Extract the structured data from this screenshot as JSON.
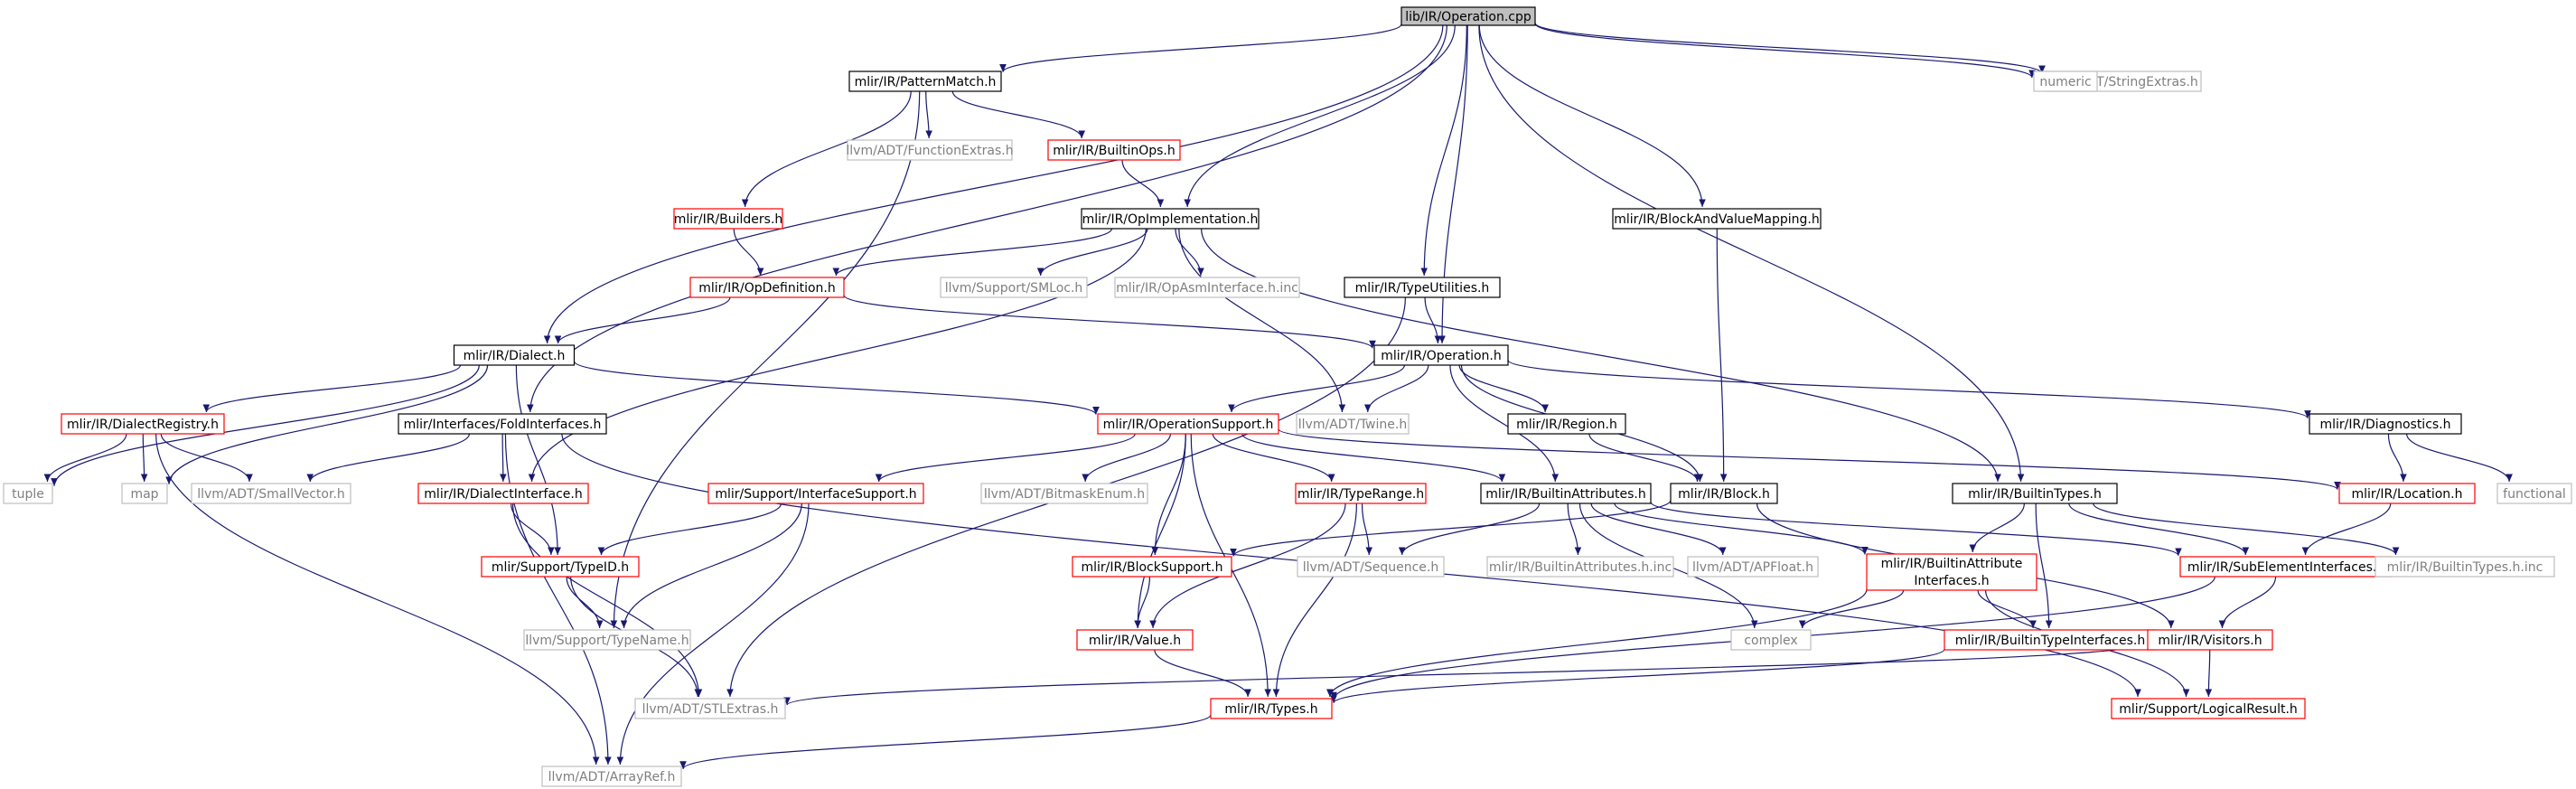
{
  "diagram": {
    "kind": "include-dependency-graph",
    "colors": {
      "edge": "#191970",
      "root_fill": "#bfbfbf",
      "root_border": "#000000",
      "documented_border": "#000000",
      "truncated_border": "#ff0000",
      "external_border": "#bfbfbf",
      "external_text": "#7f7f7f",
      "text": "#000000"
    },
    "nodes": [
      {
        "id": "root",
        "label": "lib/IR/Operation.cpp",
        "style": "root"
      },
      {
        "id": "patternmatch",
        "label": "mlir/IR/PatternMatch.h",
        "style": "documented"
      },
      {
        "id": "stringextras",
        "label": "llvm/ADT/StringExtras.h",
        "style": "external"
      },
      {
        "id": "numeric",
        "label": "numeric",
        "style": "external"
      },
      {
        "id": "functionextras",
        "label": "llvm/ADT/FunctionExtras.h",
        "style": "external"
      },
      {
        "id": "builtinops",
        "label": "mlir/IR/BuiltinOps.h",
        "style": "truncated"
      },
      {
        "id": "builders",
        "label": "mlir/IR/Builders.h",
        "style": "truncated"
      },
      {
        "id": "opimpl",
        "label": "mlir/IR/OpImplementation.h",
        "style": "documented"
      },
      {
        "id": "blockvaluemapping",
        "label": "mlir/IR/BlockAndValueMapping.h",
        "style": "documented"
      },
      {
        "id": "opdefinition",
        "label": "mlir/IR/OpDefinition.h",
        "style": "truncated"
      },
      {
        "id": "smloc",
        "label": "llvm/Support/SMLoc.h",
        "style": "external"
      },
      {
        "id": "opasminterface",
        "label": "mlir/IR/OpAsmInterface.h.inc",
        "style": "external"
      },
      {
        "id": "typeutilities",
        "label": "mlir/IR/TypeUtilities.h",
        "style": "documented"
      },
      {
        "id": "dialect",
        "label": "mlir/IR/Dialect.h",
        "style": "documented"
      },
      {
        "id": "operation",
        "label": "mlir/IR/Operation.h",
        "style": "documented"
      },
      {
        "id": "dialectregistry",
        "label": "mlir/IR/DialectRegistry.h",
        "style": "truncated"
      },
      {
        "id": "foldinterfaces",
        "label": "mlir/Interfaces/FoldInterfaces.h",
        "style": "documented"
      },
      {
        "id": "operationsupport",
        "label": "mlir/IR/OperationSupport.h",
        "style": "truncated"
      },
      {
        "id": "twine",
        "label": "llvm/ADT/Twine.h",
        "style": "external"
      },
      {
        "id": "region",
        "label": "mlir/IR/Region.h",
        "style": "documented"
      },
      {
        "id": "diagnostics",
        "label": "mlir/IR/Diagnostics.h",
        "style": "documented"
      },
      {
        "id": "tuple",
        "label": "tuple",
        "style": "external"
      },
      {
        "id": "map",
        "label": "map",
        "style": "external"
      },
      {
        "id": "smallvector",
        "label": "llvm/ADT/SmallVector.h",
        "style": "external"
      },
      {
        "id": "dialectinterface",
        "label": "mlir/IR/DialectInterface.h",
        "style": "truncated"
      },
      {
        "id": "interfacesupport",
        "label": "mlir/Support/InterfaceSupport.h",
        "style": "truncated"
      },
      {
        "id": "bitmaskenum",
        "label": "llvm/ADT/BitmaskEnum.h",
        "style": "external"
      },
      {
        "id": "typerange",
        "label": "mlir/IR/TypeRange.h",
        "style": "truncated"
      },
      {
        "id": "builtinattributes",
        "label": "mlir/IR/BuiltinAttributes.h",
        "style": "documented"
      },
      {
        "id": "block",
        "label": "mlir/IR/Block.h",
        "style": "documented"
      },
      {
        "id": "builtintypes",
        "label": "mlir/IR/BuiltinTypes.h",
        "style": "documented"
      },
      {
        "id": "location",
        "label": "mlir/IR/Location.h",
        "style": "truncated"
      },
      {
        "id": "functional",
        "label": "functional",
        "style": "external"
      },
      {
        "id": "typeid",
        "label": "mlir/Support/TypeID.h",
        "style": "truncated"
      },
      {
        "id": "blocksupport",
        "label": "mlir/IR/BlockSupport.h",
        "style": "truncated"
      },
      {
        "id": "sequence",
        "label": "llvm/ADT/Sequence.h",
        "style": "external"
      },
      {
        "id": "builtinattrinc",
        "label": "mlir/IR/BuiltinAttributes.h.inc",
        "style": "external"
      },
      {
        "id": "apfloat",
        "label": "llvm/ADT/APFloat.h",
        "style": "external"
      },
      {
        "id": "builtinattrinterfaces",
        "label": "mlir/IR/BuiltinAttribute",
        "label2": "Interfaces.h",
        "style": "truncated"
      },
      {
        "id": "subelement",
        "label": "mlir/IR/SubElementInterfaces.h",
        "style": "truncated"
      },
      {
        "id": "builtintypesinc",
        "label": "mlir/IR/BuiltinTypes.h.inc",
        "style": "external"
      },
      {
        "id": "typename",
        "label": "llvm/Support/TypeName.h",
        "style": "external"
      },
      {
        "id": "value",
        "label": "mlir/IR/Value.h",
        "style": "truncated"
      },
      {
        "id": "complex",
        "label": "complex",
        "style": "external"
      },
      {
        "id": "builtintypeinterfaces",
        "label": "mlir/IR/BuiltinTypeInterfaces.h",
        "style": "truncated"
      },
      {
        "id": "visitors",
        "label": "mlir/IR/Visitors.h",
        "style": "truncated"
      },
      {
        "id": "stlextras",
        "label": "llvm/ADT/STLExtras.h",
        "style": "external"
      },
      {
        "id": "types",
        "label": "mlir/IR/Types.h",
        "style": "truncated"
      },
      {
        "id": "logicalresult",
        "label": "mlir/Support/LogicalResult.h",
        "style": "truncated"
      },
      {
        "id": "arrayref",
        "label": "llvm/ADT/ArrayRef.h",
        "style": "external"
      }
    ],
    "edges": [
      [
        "root",
        "patternmatch"
      ],
      [
        "root",
        "stringextras"
      ],
      [
        "root",
        "numeric"
      ],
      [
        "root",
        "dialect"
      ],
      [
        "root",
        "foldinterfaces"
      ],
      [
        "root",
        "opimpl"
      ],
      [
        "root",
        "typeutilities"
      ],
      [
        "root",
        "operation"
      ],
      [
        "root",
        "blockvaluemapping"
      ],
      [
        "root",
        "builtintypes"
      ],
      [
        "patternmatch",
        "functionextras"
      ],
      [
        "patternmatch",
        "builtinops"
      ],
      [
        "patternmatch",
        "builders"
      ],
      [
        "patternmatch",
        "typename"
      ],
      [
        "builtinops",
        "opimpl"
      ],
      [
        "builders",
        "opdefinition"
      ],
      [
        "opimpl",
        "opdefinition"
      ],
      [
        "opimpl",
        "smloc"
      ],
      [
        "opimpl",
        "opasminterface"
      ],
      [
        "opimpl",
        "twine"
      ],
      [
        "opimpl",
        "dialectinterface"
      ],
      [
        "opimpl",
        "builtintypes"
      ],
      [
        "opdefinition",
        "dialect"
      ],
      [
        "opdefinition",
        "operation"
      ],
      [
        "blockvaluemapping",
        "block"
      ],
      [
        "typeutilities",
        "operation"
      ],
      [
        "typeutilities",
        "stlextras"
      ],
      [
        "dialect",
        "dialectregistry"
      ],
      [
        "dialect",
        "operationsupport"
      ],
      [
        "dialect",
        "tuple"
      ],
      [
        "dialect",
        "map"
      ],
      [
        "dialect",
        "typeid"
      ],
      [
        "dialectregistry",
        "tuple"
      ],
      [
        "dialectregistry",
        "map"
      ],
      [
        "dialectregistry",
        "smallvector"
      ],
      [
        "dialectregistry",
        "arrayref"
      ],
      [
        "foldinterfaces",
        "smallvector"
      ],
      [
        "foldinterfaces",
        "dialectinterface"
      ],
      [
        "foldinterfaces",
        "arrayref"
      ],
      [
        "foldinterfaces",
        "logicalresult"
      ],
      [
        "operation",
        "operationsupport"
      ],
      [
        "operation",
        "twine"
      ],
      [
        "operation",
        "region"
      ],
      [
        "operation",
        "diagnostics"
      ],
      [
        "operation",
        "builtinattributes"
      ],
      [
        "operation",
        "block"
      ],
      [
        "operationsupport",
        "interfacesupport"
      ],
      [
        "operationsupport",
        "bitmaskenum"
      ],
      [
        "operationsupport",
        "typerange"
      ],
      [
        "operationsupport",
        "builtinattributes"
      ],
      [
        "operationsupport",
        "location"
      ],
      [
        "operationsupport",
        "blocksupport"
      ],
      [
        "operationsupport",
        "value"
      ],
      [
        "operationsupport",
        "types"
      ],
      [
        "region",
        "block"
      ],
      [
        "diagnostics",
        "location"
      ],
      [
        "diagnostics",
        "functional"
      ],
      [
        "dialectinterface",
        "typeid"
      ],
      [
        "dialectinterface",
        "stlextras"
      ],
      [
        "interfacesupport",
        "typeid"
      ],
      [
        "interfacesupport",
        "typename"
      ],
      [
        "interfacesupport",
        "arrayref"
      ],
      [
        "typerange",
        "sequence"
      ],
      [
        "typerange",
        "value"
      ],
      [
        "typerange",
        "types"
      ],
      [
        "builtinattributes",
        "sequence"
      ],
      [
        "builtinattributes",
        "builtinattrinc"
      ],
      [
        "builtinattributes",
        "apfloat"
      ],
      [
        "builtinattributes",
        "builtinattrinterfaces"
      ],
      [
        "builtinattributes",
        "subelement"
      ],
      [
        "builtinattributes",
        "complex"
      ],
      [
        "block",
        "blocksupport"
      ],
      [
        "block",
        "visitors"
      ],
      [
        "builtintypes",
        "builtinattrinterfaces"
      ],
      [
        "builtintypes",
        "subelement"
      ],
      [
        "builtintypes",
        "builtintypesinc"
      ],
      [
        "builtintypes",
        "builtintypeinterfaces"
      ],
      [
        "location",
        "subelement"
      ],
      [
        "typeid",
        "typename"
      ],
      [
        "typeid",
        "stlextras"
      ],
      [
        "blocksupport",
        "value"
      ],
      [
        "builtinattrinterfaces",
        "complex"
      ],
      [
        "builtinattrinterfaces",
        "builtintypeinterfaces"
      ],
      [
        "builtinattrinterfaces",
        "types"
      ],
      [
        "builtinattrinterfaces",
        "logicalresult"
      ],
      [
        "subelement",
        "visitors"
      ],
      [
        "subelement",
        "types"
      ],
      [
        "value",
        "types"
      ],
      [
        "builtintypeinterfaces",
        "types"
      ],
      [
        "visitors",
        "logicalresult"
      ],
      [
        "visitors",
        "stlextras"
      ],
      [
        "types",
        "arrayref"
      ]
    ]
  }
}
